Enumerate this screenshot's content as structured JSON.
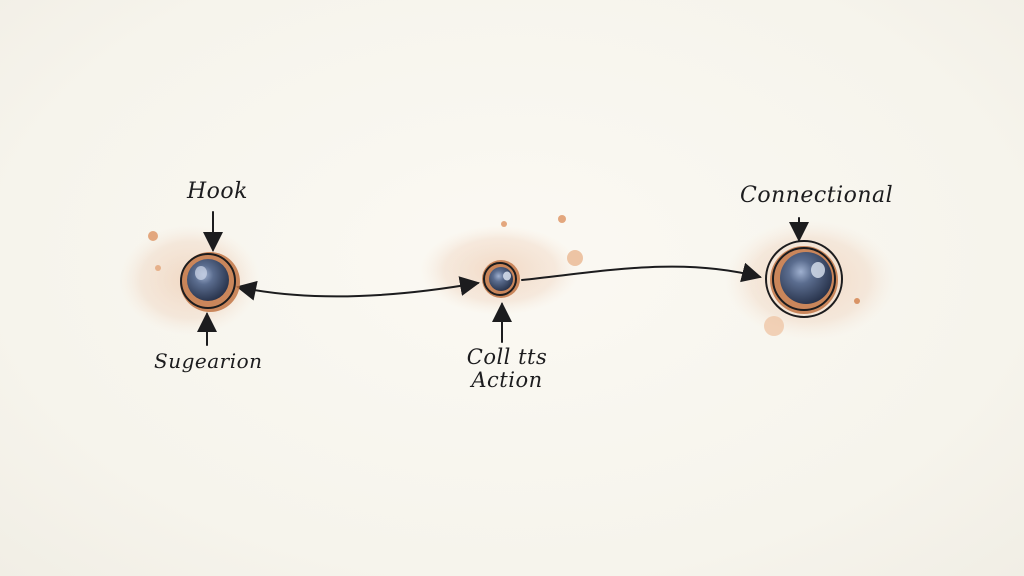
{
  "nodes": [
    {
      "id": "hook",
      "top_label": "Hook",
      "bottom_label": "Sugearion"
    },
    {
      "id": "middle",
      "bottom_label_lines": [
        "Coll tts",
        "Action"
      ]
    },
    {
      "id": "connection",
      "top_label": "Connectional"
    }
  ],
  "colors": {
    "ink": "#1c1c1e",
    "node_fill": "#3b4a66",
    "node_highlight": "#c9d3e6",
    "copper": "#b8683a",
    "wash": "#e9c4a8",
    "paper": "#f8f6ef"
  }
}
